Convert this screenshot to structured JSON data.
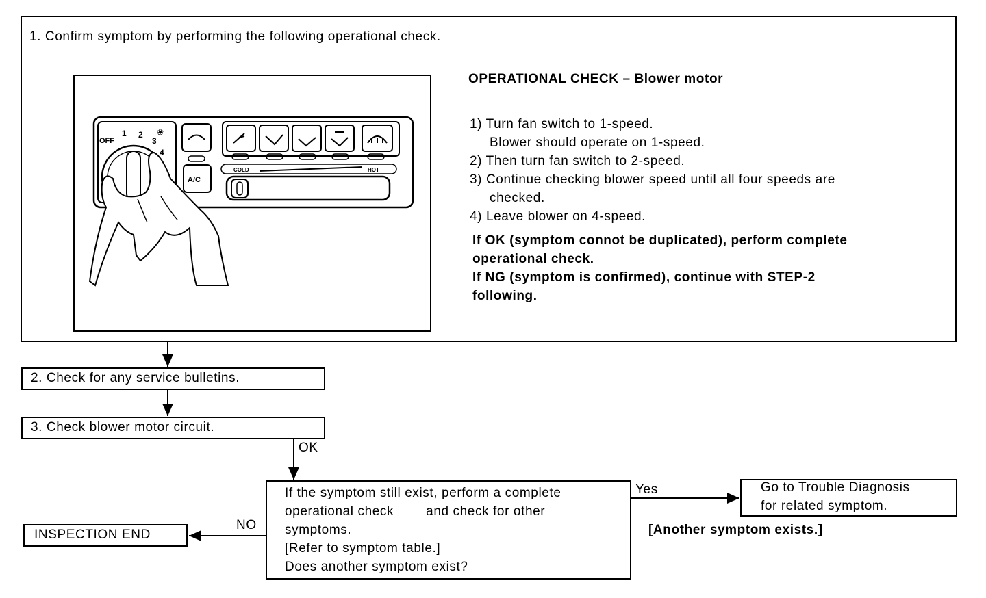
{
  "step1": {
    "label": "1. Confirm symptom by performing the following operational check.",
    "op_title": "OPERATIONAL CHECK – Blower motor",
    "items": [
      "1) Turn fan switch to 1-speed.",
      "Blower should operate on 1-speed.",
      "2) Then turn fan switch to 2-speed.",
      "3) Continue checking blower speed until all four speeds are",
      "checked.",
      "4) Leave blower on 4-speed."
    ],
    "result_lines": [
      "If OK (symptom connot be duplicated), perform complete",
      "operational check.",
      "If NG (symptom is confirmed), continue with STEP-2",
      "following."
    ]
  },
  "control_panel": {
    "knob_labels": [
      "OFF",
      "1",
      "2",
      "3",
      "4"
    ],
    "temp_cold": "COLD",
    "temp_hot": "HOT",
    "ac_label": "A/C"
  },
  "step2": {
    "label": "2. Check for any service bulletins."
  },
  "step3": {
    "label": "3. Check blower motor circuit."
  },
  "labels": {
    "ok": "OK",
    "no": "NO",
    "yes": "Yes"
  },
  "decision": {
    "lines": [
      "If the symptom still exist, perform a complete",
      "operational check        and check for other",
      "symptoms.",
      "[Refer to symptom table.]",
      "Does another symptom exist?"
    ]
  },
  "trouble_box": {
    "lines": [
      "Go to Trouble Diagnosis",
      "for related symptom."
    ]
  },
  "another_symptom": "[Another symptom exists.]",
  "inspection_end": "INSPECTION END"
}
